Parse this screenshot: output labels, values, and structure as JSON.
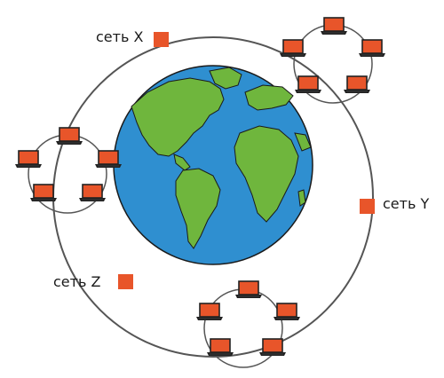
{
  "labels": {
    "x": "сеть X",
    "y": "сеть Y",
    "z": "сеть Z"
  },
  "colors": {
    "ring": "#555555",
    "node": "#e8552a",
    "ocean": "#2f8fd0",
    "land": "#6fb63d",
    "outline": "#1a1a1a",
    "laptop_screen": "#e8552a",
    "laptop_base": "#222222"
  },
  "icons": [
    "globe-icon",
    "laptop-icon",
    "router-node-icon"
  ]
}
